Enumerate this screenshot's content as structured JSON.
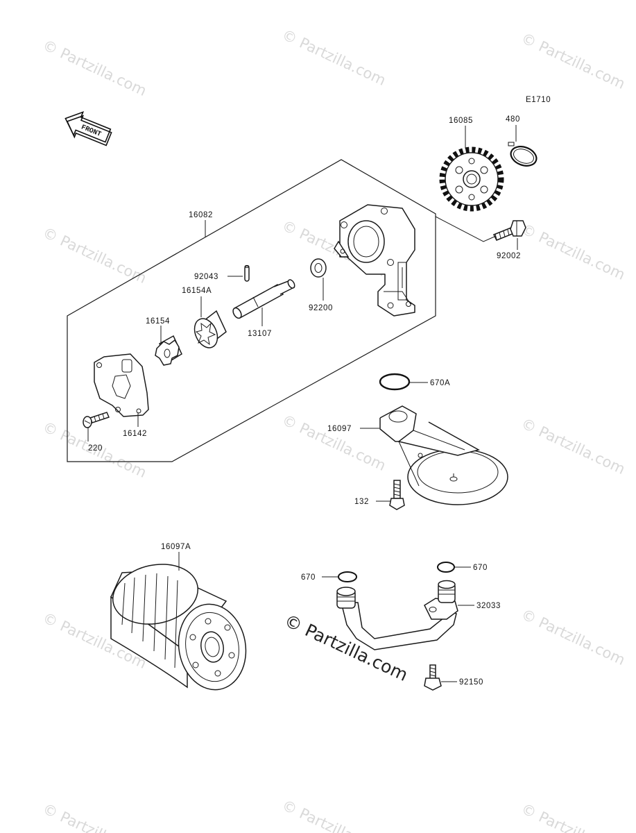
{
  "diagram": {
    "code": "E1710",
    "front_label": "FRONT",
    "watermark_text": "© Partzilla.com",
    "watermark_center": "© Partzilla.com",
    "parts": {
      "p16082": "16082",
      "p16085": "16085",
      "p480": "480",
      "p92002": "92002",
      "p92043": "92043",
      "p16154A": "16154A",
      "p16154": "16154",
      "p13107": "13107",
      "p92200": "92200",
      "p16142": "16142",
      "p220": "220",
      "p670A": "670A",
      "p16097": "16097",
      "p132": "132",
      "p16097A": "16097A",
      "p670_left": "670",
      "p670_right": "670",
      "p32033": "32033",
      "p92150": "92150"
    }
  }
}
